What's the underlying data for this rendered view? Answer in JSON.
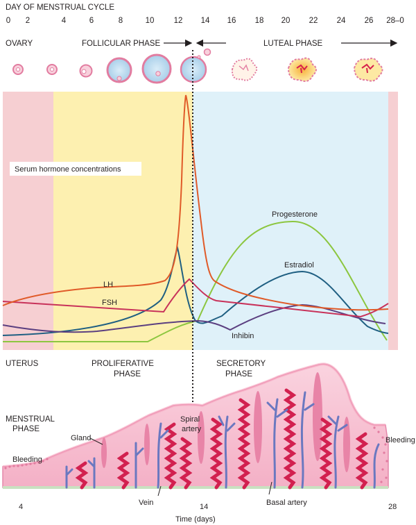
{
  "header": {
    "cycle_title": "DAY OF MENSTRUAL CYCLE",
    "day_ticks": [
      "0",
      "2",
      "4",
      "6",
      "8",
      "10",
      "12",
      "14",
      "16",
      "18",
      "20",
      "22",
      "24",
      "26",
      "28–0"
    ]
  },
  "ovary": {
    "label": "OVARY",
    "follicular_label": "FOLLICULAR PHASE",
    "luteal_label": "LUTEAL PHASE"
  },
  "hormones": {
    "box_label": "Serum hormone concentrations",
    "lh_label": "LH",
    "fsh_label": "FSH",
    "progesterone_label": "Progesterone",
    "estradiol_label": "Estradiol",
    "inhibin_label": "Inhibin",
    "colors": {
      "lh": "#e05a28",
      "fsh": "#c8325a",
      "progesterone": "#8cc63f",
      "estradiol": "#1f5f82",
      "inhibin": "#5b3f80",
      "menstrual_band": "#f6cfd2",
      "follicular_band": "#fdf0b0",
      "luteal_band": "#dff1f9"
    }
  },
  "uterus": {
    "label": "UTERUS",
    "proliferative_line1": "PROLIFERATIVE",
    "proliferative_line2": "PHASE",
    "secretory_line1": "SECRETORY",
    "secretory_line2": "PHASE",
    "menstrual_line1": "MENSTRUAL",
    "menstrual_line2": "PHASE",
    "gland_label": "Gland",
    "spiral_line1": "Spiral",
    "spiral_line2": "artery",
    "bleeding_left": "Bleeding",
    "bleeding_right": "Bleeding",
    "vein_label": "Vein",
    "basal_artery_label": "Basal artery",
    "colors": {
      "tissue": "#f6bfd0",
      "tissue_edge": "#e487aa",
      "spiral": "#d2204f",
      "vein": "#6a78c0"
    }
  },
  "time_axis": {
    "ticks": [
      "4",
      "14",
      "28"
    ],
    "label": "Time (days)"
  }
}
